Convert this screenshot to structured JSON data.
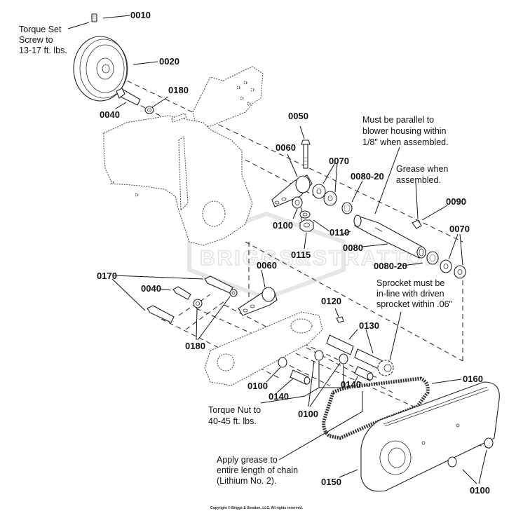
{
  "diagram": {
    "title": "Blower housing / drive chain exploded parts view",
    "part_labels": {
      "p0010": "0010",
      "p0020": "0020",
      "p0040a": "0040",
      "p0180a": "0180",
      "p0050": "0050",
      "p0060a": "0060",
      "p0070a": "0070",
      "p0080_20a": "0080-20",
      "p0090": "0090",
      "p0070b": "0070",
      "p0100a": "0100",
      "p0110": "0110",
      "p0115": "0115",
      "p0080": "0080",
      "p0080_20b": "0080-20",
      "p0170": "0170",
      "p0040b": "0040",
      "p0060b": "0060",
      "p0180b": "0180",
      "p0120": "0120",
      "p0130": "0130",
      "p0100b": "0100",
      "p0140a": "0140",
      "p0140b": "0140",
      "p0100c": "0100",
      "p0160": "0160",
      "p0150": "0150",
      "p0100d": "0100"
    },
    "notes": {
      "torque_set_screw": [
        "Torque Set",
        "Screw to",
        "13-17 ft. lbs."
      ],
      "parallel": [
        "Must be parallel to",
        "blower housing within",
        "1/8\" when assembled."
      ],
      "grease_assembled": [
        "Grease when",
        "assembled."
      ],
      "sprocket_inline": [
        "Sprocket must be",
        "in-line with driven",
        "sprocket within .06\""
      ],
      "torque_nut": [
        "Torque Nut to",
        "40-45 ft. lbs."
      ],
      "grease_chain": [
        "Apply grease to",
        "entire length of chain",
        "(Lithium No. 2)."
      ]
    },
    "watermark": "BRIGGS&STRATTON",
    "copyright": "Copyright © Briggs & Stratton, LLC. All rights reserved."
  }
}
